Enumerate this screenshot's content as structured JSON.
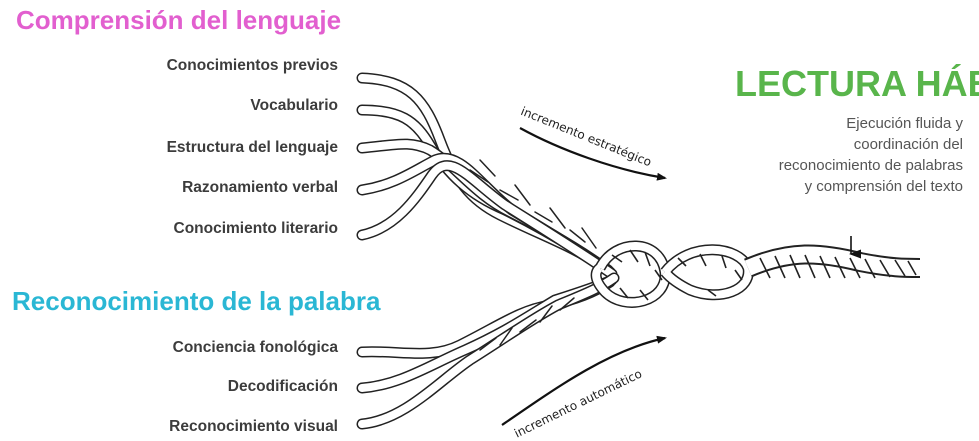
{
  "headings": {
    "language": "Comprensión del lenguaje",
    "word": "Reconocimiento de la palabra",
    "skilled": "LECTURA HÁBIL"
  },
  "language_strands": [
    "Conocimientos previos",
    "Vocabulario",
    "Estructura del lenguaje",
    "Razonamiento verbal",
    "Conocimiento literario"
  ],
  "word_strands": [
    "Conciencia fonológica",
    "Decodificación",
    "Reconocimiento visual"
  ],
  "description": [
    "Ejecución fluida y",
    "coordinación del",
    "reconocimiento de palabras",
    "y comprensión del texto"
  ],
  "arrows": {
    "strategic": "incremento estratégico",
    "automatic": "incremento automático"
  },
  "colors": {
    "language": "#e25fcf",
    "word": "#2ab7d4",
    "skilled": "#59b54b",
    "labels": "#3c3c3c"
  }
}
